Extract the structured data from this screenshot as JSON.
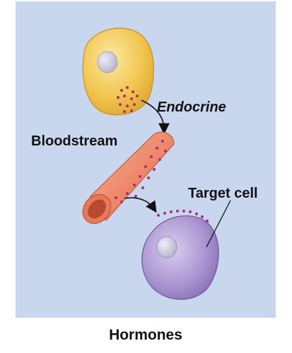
{
  "labels": {
    "endocrine": "Endocrine",
    "bloodstream": "Bloodstream",
    "target_cell": "Target cell"
  },
  "caption": "Hormones",
  "colors": {
    "background": "#c9d7ee",
    "endocrine_cell": "#f2c54e",
    "blood_vessel": "#ee8a6c",
    "target_cell": "#a993cf",
    "hormone_dots": "#b02a78",
    "nucleus": "#cfcde0"
  }
}
